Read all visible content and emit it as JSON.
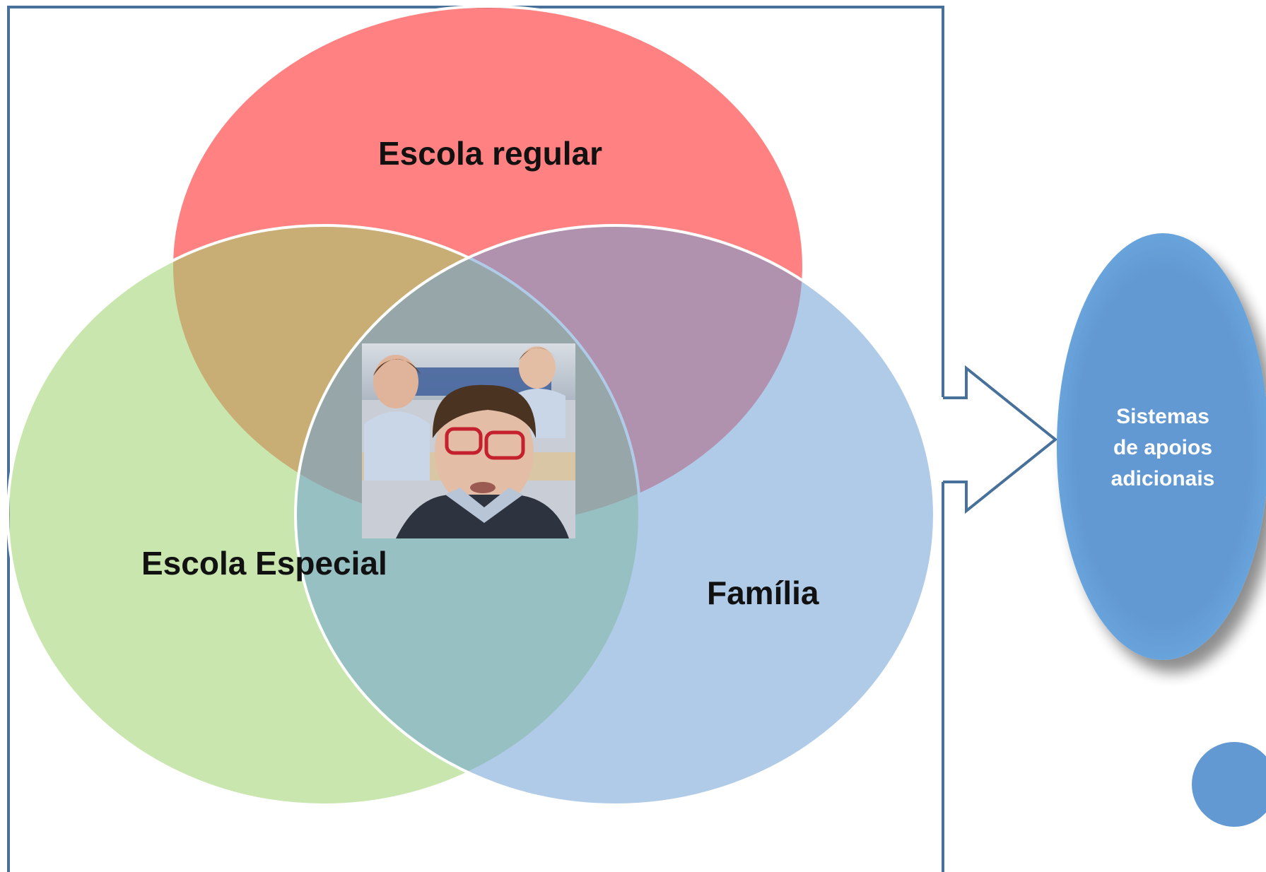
{
  "diagram": {
    "circles": [
      {
        "id": "escola-regular",
        "label": "Escola regular",
        "color": "#FF7F7F"
      },
      {
        "id": "escola-especial",
        "label": "Escola Especial",
        "color": "#B5DE8E"
      },
      {
        "id": "familia",
        "label": "Família",
        "color": "#9DBFE0"
      }
    ],
    "center_image": {
      "description_icon": "student-photo-icon"
    },
    "outcome": {
      "lines": [
        "Sistemas",
        "de apoios",
        "adicionais"
      ],
      "color": "#6399D2"
    },
    "colors": {
      "frame": "#47709A",
      "arrow": "#47709A",
      "small_circle": "#6399D2"
    }
  }
}
